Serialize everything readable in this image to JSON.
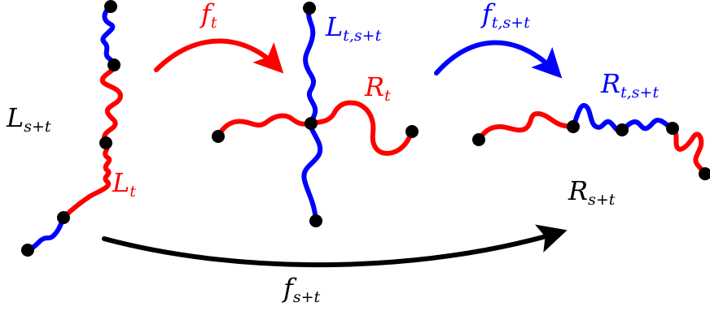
{
  "colors": {
    "red": "#ff0000",
    "blue": "#0000ff",
    "black": "#000000"
  },
  "labels": {
    "f_t": {
      "base": "f",
      "sub": "t"
    },
    "f_t_s_t": {
      "base": "f",
      "sub": "t,s+t"
    },
    "f_s_t": {
      "base": "f",
      "sub": "s+t"
    },
    "L_s_t": {
      "base": "L",
      "sub": "s+t"
    },
    "L_t": {
      "base": "L",
      "sub": "t"
    },
    "L_t_s_t": {
      "base": "L",
      "sub": "t,s+t"
    },
    "R_t": {
      "base": "R",
      "sub": "t"
    },
    "R_t_s_t": {
      "base": "R",
      "sub": "t,s+t"
    },
    "R_s_t": {
      "base": "R",
      "sub": "s+t"
    }
  }
}
